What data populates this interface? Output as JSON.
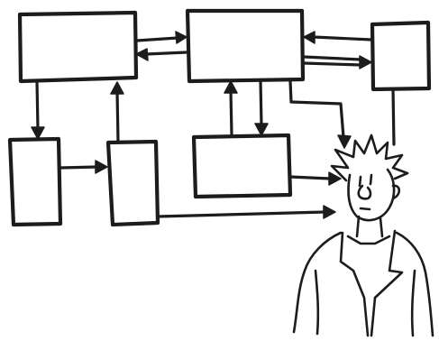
{
  "colors": {
    "ink": "#1c1c1c",
    "paper": "#ffffff"
  },
  "boxes": [
    {
      "id": "box-top-left",
      "text": ""
    },
    {
      "id": "box-top-center",
      "text": ""
    },
    {
      "id": "box-top-right",
      "text": ""
    },
    {
      "id": "box-mid-left",
      "text": ""
    },
    {
      "id": "box-mid-second",
      "text": ""
    },
    {
      "id": "box-mid-center",
      "text": ""
    }
  ],
  "figure": {
    "icon": "overwhelmed-person-icon"
  }
}
